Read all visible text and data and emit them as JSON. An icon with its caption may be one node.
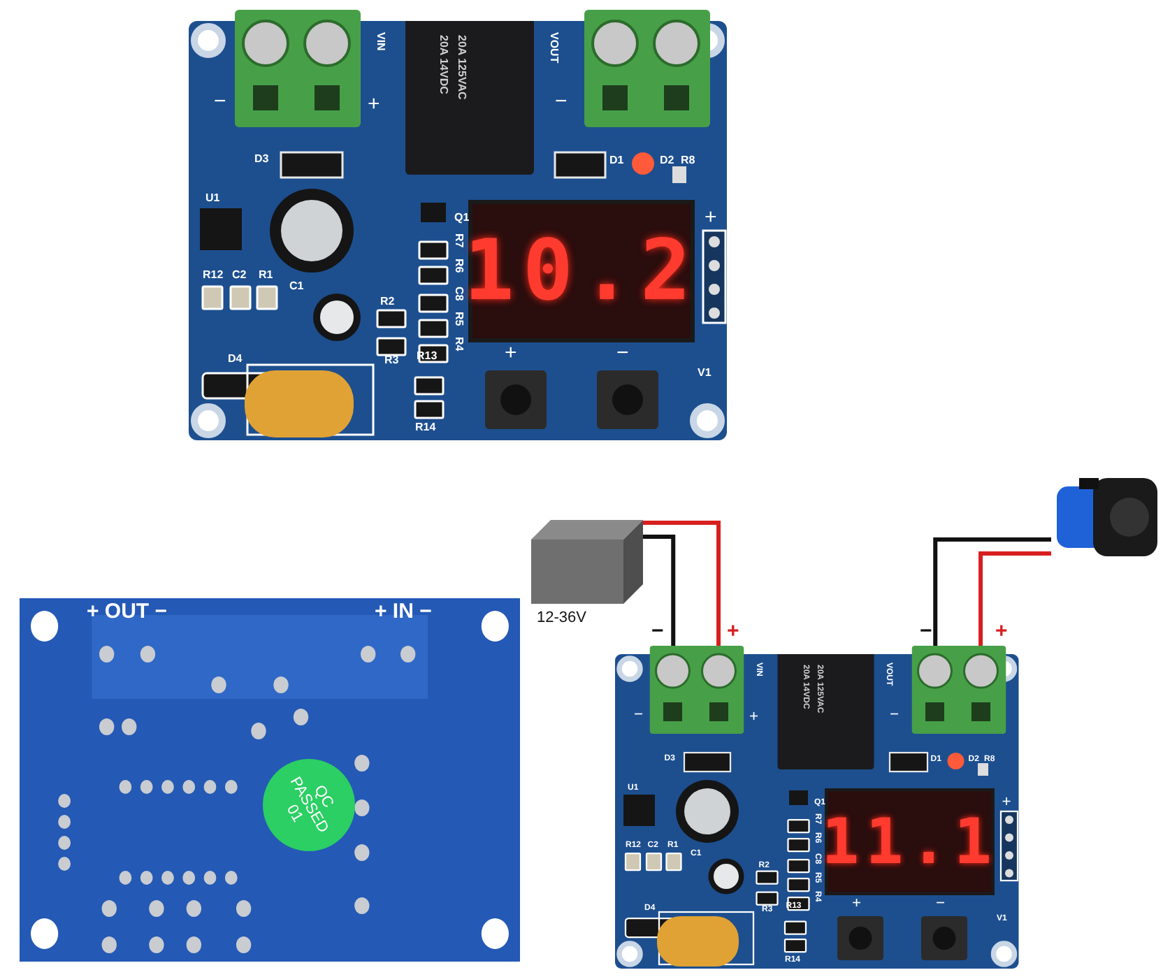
{
  "diagram": {
    "nodes": [
      {
        "text": [],
        "shape": "box"
      },
      {
        "text": [],
        "shape": "box"
      },
      {
        "text": [
          "10.2"
        ]
      },
      {
        "text": [],
        "shape": "box",
        "beside": [
          "12-36V"
        ]
      },
      {
        "text": [],
        "shape": "picture"
      },
      {
        "text": [
          "QC PASSED 01"
        ]
      },
      {
        "text": [],
        "shape": "box"
      },
      {
        "text": [],
        "shape": "box"
      },
      {
        "text": [
          "11.1"
        ]
      }
    ],
    "edges": [
      {
        "from": 3,
        "to": 6,
        "arrow": "none",
        "color": "#111111"
      },
      {
        "from": 3,
        "to": 6,
        "arrow": "none",
        "color": "#d81f1f"
      },
      {
        "from": 7,
        "to": 4,
        "arrow": "none",
        "color": "#111111"
      },
      {
        "from": 7,
        "to": 4,
        "arrow": "none",
        "color": "#d81f1f"
      }
    ],
    "labels": [
      "−",
      "+",
      "VIN",
      "VOUT",
      "−",
      "20A 14VDC",
      "20A 125VAC",
      "D3",
      "D1",
      "D2",
      "R8",
      "U1",
      "Q1",
      "R7",
      "R6",
      "R12",
      "C2",
      "R1",
      "C1",
      "R2",
      "C8",
      "R5",
      "R4",
      "D4",
      "R3",
      "R13",
      "R14",
      "+",
      "+",
      "−",
      "V1",
      "+ OUT −",
      "+ IN −",
      "−",
      "+",
      "−",
      "+",
      "−",
      "+",
      "VIN",
      "VOUT",
      "−",
      "20A 14VDC",
      "20A 125VAC",
      "D3",
      "D1",
      "D2",
      "R8",
      "U1",
      "Q1",
      "R7",
      "R6",
      "R12",
      "C2",
      "R1",
      "C1",
      "R2",
      "C8",
      "R5",
      "R4",
      "D4",
      "R3",
      "R13",
      "R14",
      "+",
      "+",
      "−",
      "V1"
    ]
  }
}
